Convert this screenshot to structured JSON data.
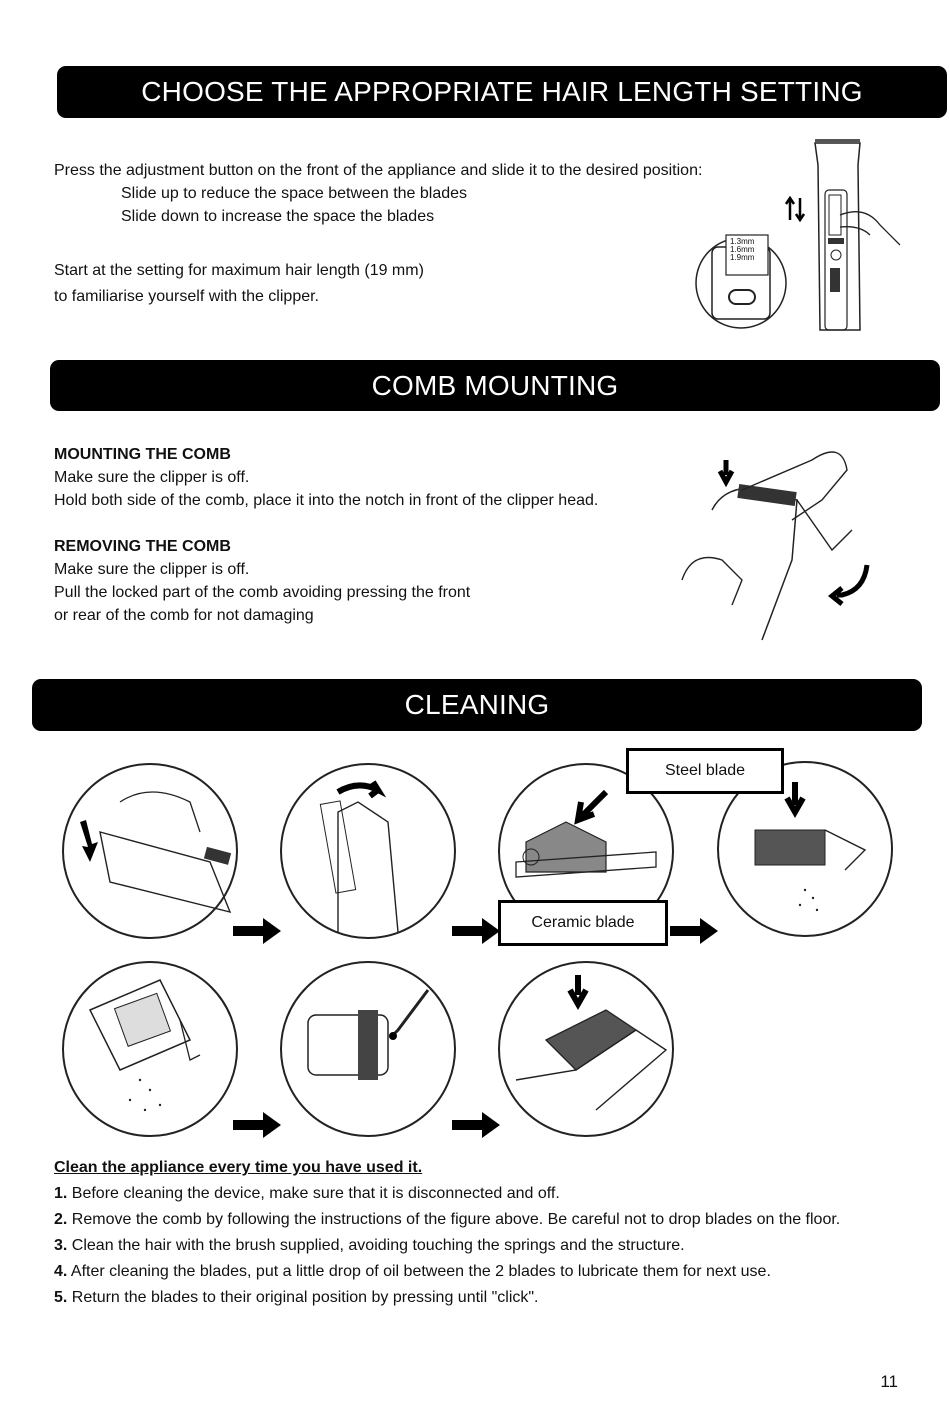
{
  "sections": {
    "hair_length": {
      "title": "CHOOSE THE APPROPRIATE HAIR LENGTH SETTING",
      "intro": "Press the adjustment button on the front of the appliance and slide it to the desired position:",
      "slide_up": "Slide up to reduce the space between the blades",
      "slide_down": "Slide down to increase the space the blades",
      "start_line1": "Start at the setting for maximum hair length (19 mm)",
      "start_line2": "to familiarise yourself with the clipper.",
      "dial_labels": [
        "1.3mm",
        "1.6mm",
        "1.9mm"
      ]
    },
    "comb": {
      "title": "COMB MOUNTING",
      "mount_heading": "MOUNTING THE COMB",
      "mount_line1": "Make sure the clipper is off.",
      "mount_line2": "Hold both side of the comb, place it into the notch in front of the clipper head.",
      "remove_heading": "REMOVING THE COMB",
      "remove_line1": "Make sure the clipper is off.",
      "remove_line2": "Pull the locked part of the comb avoiding pressing the front",
      "remove_line3": "or rear of the comb for not damaging"
    },
    "cleaning": {
      "title": "CLEANING",
      "steel_label": "Steel blade",
      "ceramic_label": "Ceramic blade",
      "list_title": "Clean the appliance every time you have used it.",
      "steps": [
        {
          "num": "1.",
          "text": " Before cleaning the device, make sure that it is disconnected and off."
        },
        {
          "num": "2.",
          "text": " Remove the comb by following the instructions of the figure above. Be careful not to drop blades on the floor."
        },
        {
          "num": "3.",
          "text": " Clean the hair with the brush supplied, avoiding touching the springs and the structure."
        },
        {
          "num": "4.",
          "text": " After cleaning the blades, put a little drop of oil between the 2 blades to lubricate them for next use."
        },
        {
          "num": "5.",
          "text": " Return the blades to their original position by pressing until \"click\"."
        }
      ]
    }
  },
  "page_number": "11"
}
